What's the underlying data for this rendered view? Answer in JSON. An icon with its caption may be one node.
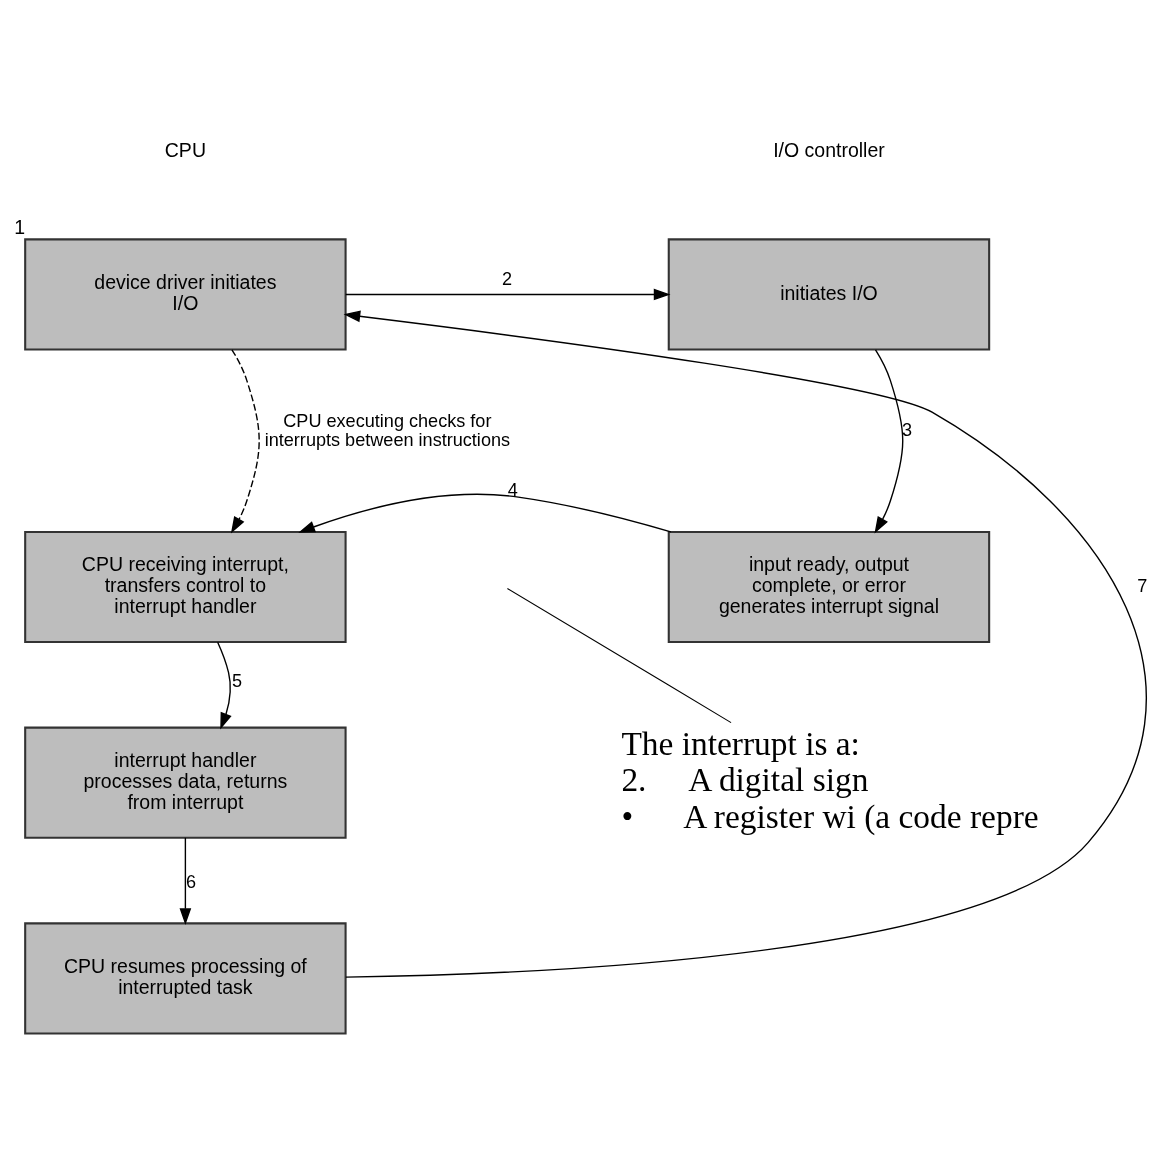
{
  "diagram": {
    "nodes": [
      {
        "text": [
          "device driver initiates I/O"
        ],
        "beside": [
          "1"
        ]
      },
      {
        "text": [
          "initiates I/O"
        ]
      },
      {
        "text": [
          "input ready, output complete, or error generates interrupt signal"
        ]
      },
      {
        "text": [
          "CPU receiving interrupt, transfers control to interrupt handler"
        ]
      },
      {
        "text": [
          "interrupt handler processes data, returns from interrupt"
        ]
      },
      {
        "text": [
          "CPU resumes processing of interrupted task"
        ]
      },
      {
        "text": [
          "The interrupt is a:",
          "2.     A digital sign",
          "•      A register wi (a code repre"
        ]
      }
    ],
    "edges": [
      {
        "from": 0,
        "to": 1,
        "arrow": "to",
        "label": "2"
      },
      {
        "from": 1,
        "to": 2,
        "arrow": "to",
        "label": "3"
      },
      {
        "from": 2,
        "to": 3,
        "arrow": "to",
        "label": "4"
      },
      {
        "from": 3,
        "to": 4,
        "arrow": "to",
        "label": "5"
      },
      {
        "from": 4,
        "to": 5,
        "arrow": "to",
        "label": "6"
      },
      {
        "from": 5,
        "to": 0,
        "arrow": "to",
        "label": "7"
      },
      {
        "from": 0,
        "to": 3,
        "arrow": "to",
        "label": "CPU executing checks for interrupts between instructions",
        "style": "dashed"
      },
      {
        "from": 6,
        "to": null,
        "arrow": "none"
      }
    ],
    "labels": [
      "CPU",
      "I/O controller"
    ]
  }
}
